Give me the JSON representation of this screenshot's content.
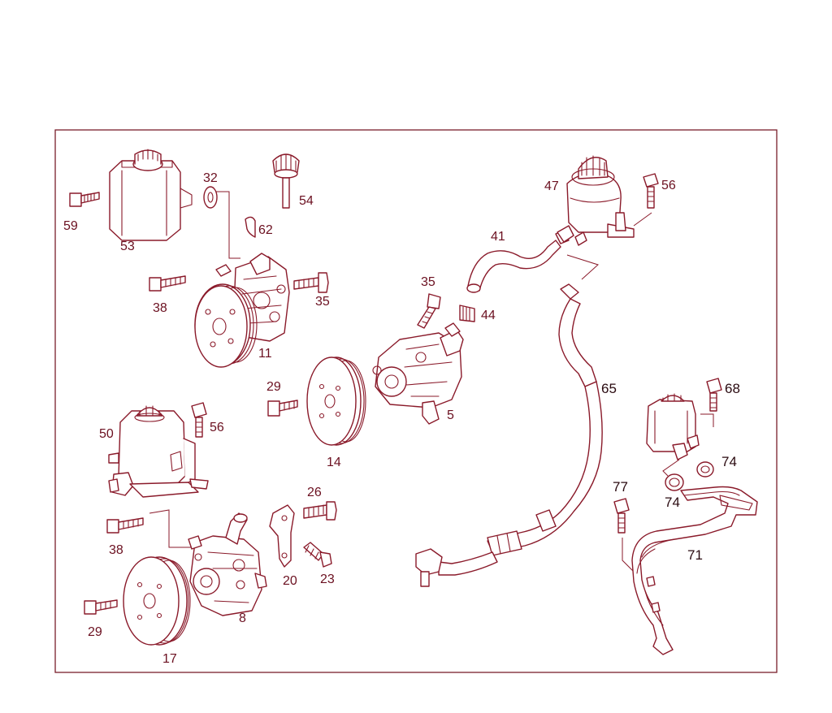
{
  "diagram": {
    "colors": {
      "line": "#8a1a2a",
      "label": "#6b1020",
      "frame": "#7a1e2b"
    },
    "labels": {
      "p59": "59",
      "p53": "53",
      "p32": "32",
      "p54": "54",
      "p62": "62",
      "p38a": "38",
      "p35a": "35",
      "p11": "11",
      "p35b": "35",
      "p44": "44",
      "p41": "41",
      "p47": "47",
      "p56a": "56",
      "p5": "5",
      "p29a": "29",
      "p14": "14",
      "p65": "65",
      "p50": "50",
      "p56b": "56",
      "p68": "68",
      "p74a": "74",
      "p74b": "74",
      "p26": "26",
      "p38b": "38",
      "p77": "77",
      "p71": "71",
      "p20": "20",
      "p23": "23",
      "p8": "8",
      "p29b": "29",
      "p17": "17"
    }
  }
}
